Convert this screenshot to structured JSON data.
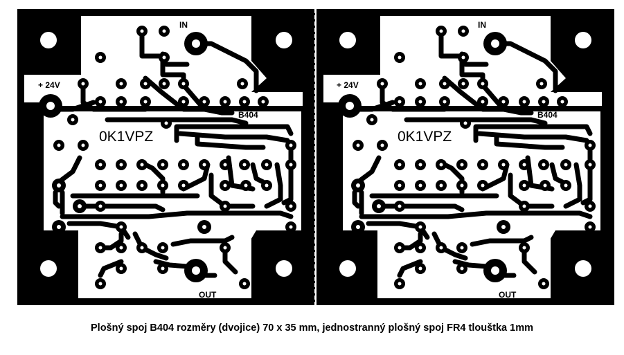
{
  "board": {
    "labels": {
      "input": "IN",
      "output": "OUT",
      "power": "+ 24V",
      "part": "B404",
      "author": "0K1VPZ"
    }
  },
  "caption": "Plošný spoj B404 rozměry (dvojice) 70 x 35 mm, jednostranný plošný spoj FR4 tlouštka 1mm"
}
